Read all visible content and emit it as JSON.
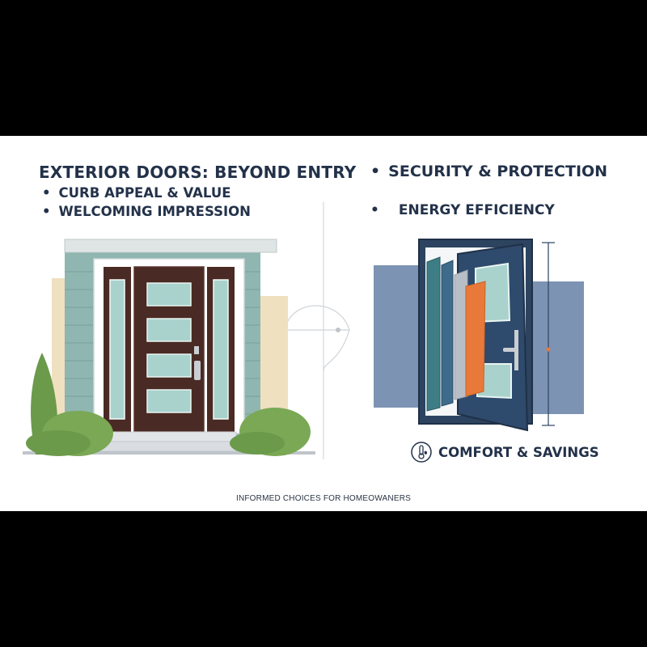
{
  "left": {
    "title": "EXTERIOR DOORS: BEYOND ENTRY",
    "bullets": [
      "CURB APPEAL & VALUE",
      "WELCOMING IMPRESSION"
    ]
  },
  "right": {
    "bullets": [
      "SECURITY & PROTECTION",
      "ENERGY EFFICIENCY"
    ],
    "comfort_label": "COMFORT & SAVINGS",
    "comfort_icon": "thermometer-leaf-icon"
  },
  "footer": "INFORMED CHOICES FOR HOMEOWANERS",
  "colors": {
    "navy": "#23324a",
    "siding": "#8fb6b0",
    "door": "#4a2a24",
    "glass": "#a9d2cd",
    "shrub": "#6a9a4a",
    "orange": "#e8793a",
    "slate": "#7d93b4",
    "teal_layer": "#3d7d86"
  }
}
